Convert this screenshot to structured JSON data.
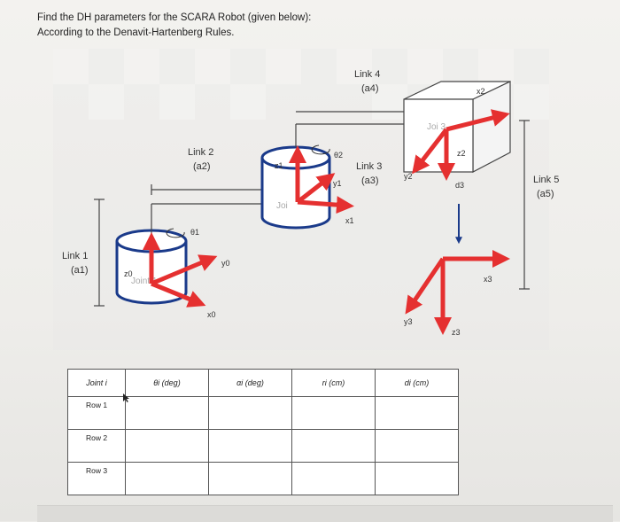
{
  "question": {
    "line1": "Find the DH parameters for the SCARA Robot (given below):",
    "line2": "According to the Denavit-Hartenberg Rules."
  },
  "figure": {
    "link1": {
      "name": "Link 1",
      "param": "(a1)"
    },
    "link2": {
      "name": "Link 2",
      "param": "(a2)"
    },
    "link3": {
      "name": "Link 3",
      "param": "(a3)"
    },
    "link4": {
      "name": "Link 4",
      "param": "(a4)"
    },
    "link5": {
      "name": "Link 5",
      "param": "(a5)"
    },
    "joint1": "Joint 1",
    "joint2": "Joi",
    "joint3": "Joi 3",
    "frame_labels": {
      "z0": "z0",
      "y0": "y0",
      "x0": "x0",
      "z1": "z1",
      "y1": "y1",
      "x1": "x1",
      "z2": "z2",
      "y2": "y2",
      "x2": "x2",
      "z3": "z3",
      "y3": "y3",
      "x3": "x3",
      "theta1": "θ1",
      "theta2": "θ2",
      "d3": "d3"
    },
    "arrow_color": "#e53030"
  },
  "table": {
    "headers": [
      "Joint i",
      "θi (deg)",
      "αi (deg)",
      "ri (cm)",
      "di (cm)"
    ],
    "rows": [
      {
        "label": "Row 1",
        "cells": [
          "",
          "",
          "",
          ""
        ]
      },
      {
        "label": "Row 2",
        "cells": [
          "",
          "",
          "",
          ""
        ]
      },
      {
        "label": "Row 3",
        "cells": [
          "",
          "",
          "",
          ""
        ]
      }
    ]
  }
}
